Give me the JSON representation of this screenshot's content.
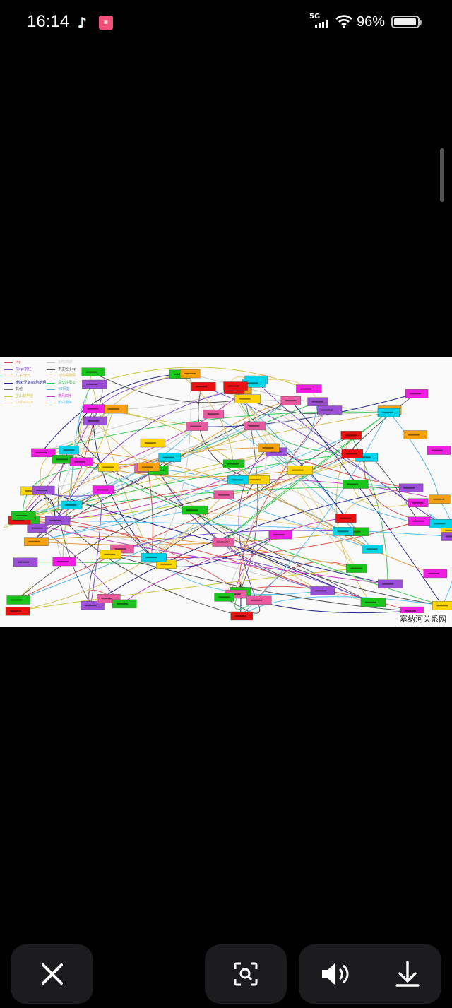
{
  "status_bar": {
    "time": "16:14",
    "network": "5G",
    "battery": "96%",
    "battery_level": 0.96
  },
  "diagram": {
    "watermark": "塞纳河关系网",
    "legend": [
      {
        "label": "ing",
        "color": "#d9534f"
      },
      {
        "label": "友情前期",
        "color": "#cccccc"
      },
      {
        "label": "前cp/前任",
        "color": "#7b4fc9"
      },
      {
        "label": "不正经小cp",
        "color": "#555555"
      },
      {
        "label": "儿子/女儿",
        "color": "#e0a040"
      },
      {
        "label": "友情闹翻情",
        "color": "#d8c060"
      },
      {
        "label": "暧昧/兄弟/双胞胎组",
        "color": "#2a2a8a"
      },
      {
        "label": "深交好朋友",
        "color": "#3ec85a"
      },
      {
        "label": "其他",
        "color": "#666666"
      },
      {
        "label": "48师堂",
        "color": "#5ab0e0"
      },
      {
        "label": "宝山葫芦娃",
        "color": "#c8c840"
      },
      {
        "label": "德凡四手",
        "color": "#c040c0"
      },
      {
        "label": "Chinesiun",
        "color": "#f0d080"
      },
      {
        "label": "乐白潮缘",
        "color": "#60c0f0"
      }
    ],
    "node_colors": [
      "#f5a00f",
      "#9b4fd6",
      "#00d4e8",
      "#f01ee0",
      "#1bc41b",
      "#e85aa0",
      "#ffd400",
      "#e81010",
      "#ffffff"
    ]
  },
  "controls": {
    "close": "close",
    "scan": "visual-search",
    "sound": "volume",
    "download": "download"
  }
}
